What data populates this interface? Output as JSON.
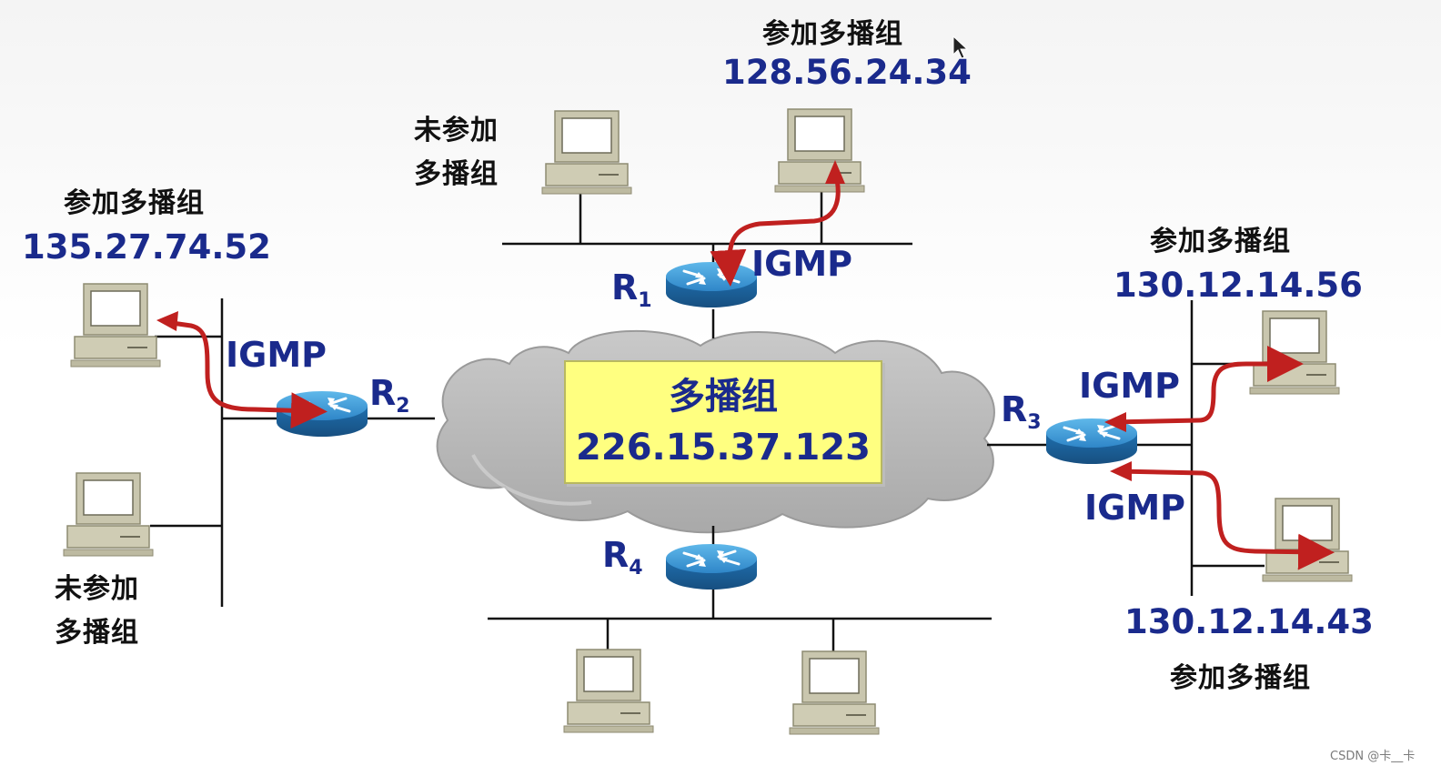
{
  "multicast_group": {
    "title": "多播组",
    "address": "226.15.37.123"
  },
  "routers": [
    {
      "id": "R1",
      "letter": "R",
      "sub": "1"
    },
    {
      "id": "R2",
      "letter": "R",
      "sub": "2"
    },
    {
      "id": "R3",
      "letter": "R",
      "sub": "3"
    },
    {
      "id": "R4",
      "letter": "R",
      "sub": "4"
    }
  ],
  "hosts": {
    "top_joined": {
      "status": "参加多播组",
      "ip": "128.56.24.34"
    },
    "top_not_joined": {
      "status_line1": "未参加",
      "status_line2": "多播组"
    },
    "left_joined": {
      "status": "参加多播组",
      "ip": "135.27.74.52"
    },
    "left_not_joined": {
      "status_line1": "未参加",
      "status_line2": "多播组"
    },
    "right_top_joined": {
      "status": "参加多播组",
      "ip": "130.12.14.56"
    },
    "right_bottom_joined": {
      "status": "参加多播组",
      "ip": "130.12.14.43"
    }
  },
  "protocol_label": "IGMP",
  "credit": "CSDN @卡__卡",
  "colors": {
    "arrow": "#c0201f",
    "text_blue": "#1a2a8c",
    "box_fill": "#ffff80",
    "cloud": "#b9b9b9",
    "router": "#2a7fc1"
  }
}
